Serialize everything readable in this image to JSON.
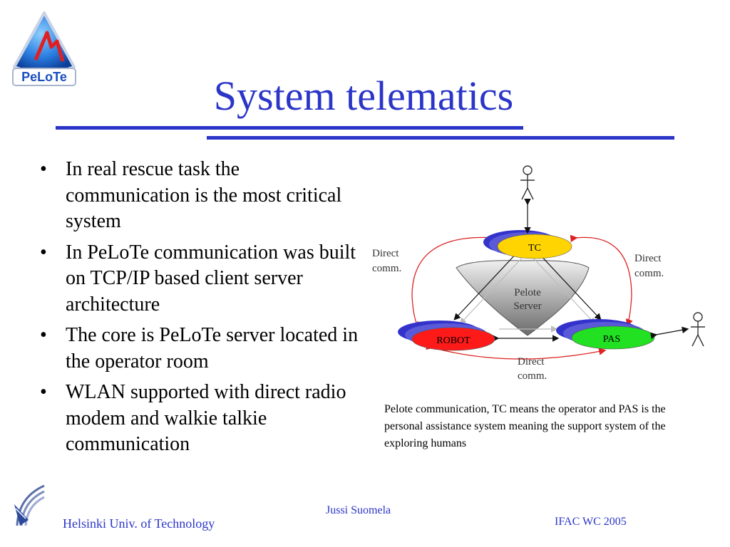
{
  "logo": {
    "text": "PeLoTe",
    "icon": "pelote-logo-icon"
  },
  "title": "System telematics",
  "bullets": [
    "In real rescue task the communication is the most critical system",
    "In PeLoTe communication was built on TCP/IP based client server architecture",
    "The core is PeLoTe server located in the operator room",
    "WLAN supported with direct radio modem and walkie talkie communication"
  ],
  "bullet_glyph": "•",
  "diagram": {
    "tc": "TC",
    "robot": "ROBOT",
    "pas": "PAS",
    "server_line1": "Pelote",
    "server_line2": "Server",
    "direct_left_1": "Direct",
    "direct_left_2": "comm.",
    "direct_right_1": "Direct",
    "direct_right_2": "comm.",
    "direct_bottom_1": "Direct",
    "direct_bottom_2": "comm.",
    "colors": {
      "tc": "#ffd400",
      "robot": "#ff1a1a",
      "pas": "#22e022",
      "back_blue": "#3333cc",
      "arrow_red": "#dd2222"
    }
  },
  "caption": "Pelote communication, TC means the operator and PAS is the personal assistance system meaning the support system of the exploring humans",
  "footer": {
    "left": "Helsinki Univ. of Technology",
    "center": "Jussi Suomela",
    "right": "IFAC WC 2005",
    "logo_icon": "hut-logo-icon"
  },
  "colors": {
    "accent": "#2b35c8"
  }
}
